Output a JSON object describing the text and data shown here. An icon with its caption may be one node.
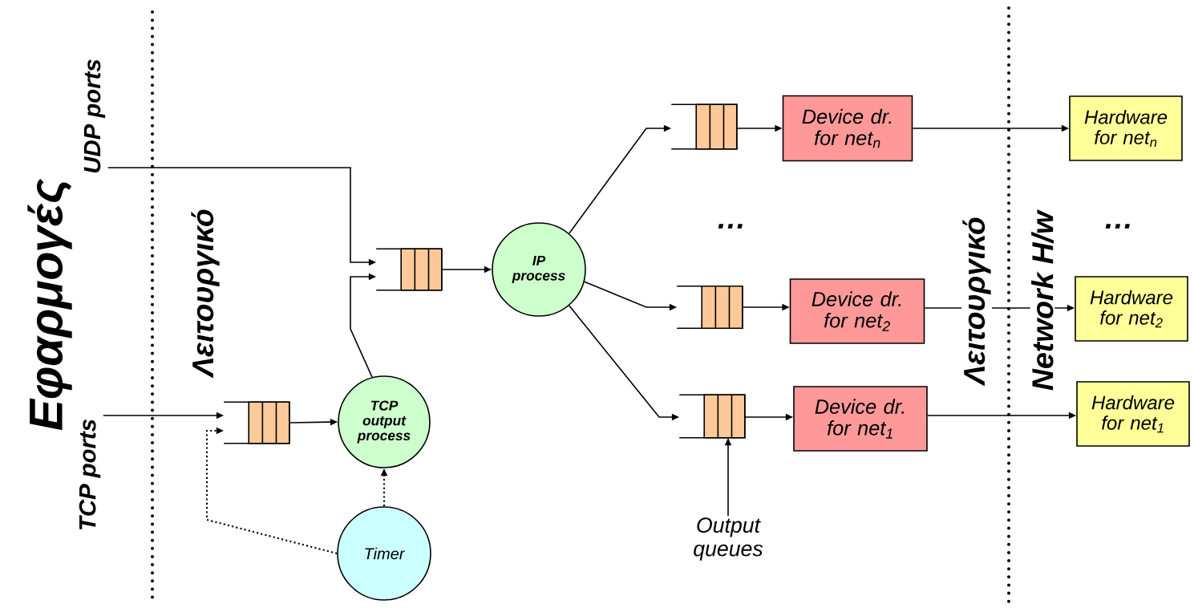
{
  "diagram": {
    "nodes": [
      {
        "text": [
          "UDP ports"
        ]
      },
      {
        "text": [
          "TCP ports"
        ]
      },
      {
        "text": [],
        "shape": "queue"
      },
      {
        "text": [
          "TCP output process"
        ]
      },
      {
        "text": [
          "Timer"
        ]
      },
      {
        "text": [],
        "shape": "queue"
      },
      {
        "text": [
          "IP process"
        ]
      },
      {
        "text": [],
        "shape": "queue"
      },
      {
        "text": [
          "Device dr. for net$_{n}$"
        ]
      },
      {
        "text": [],
        "shape": "queue"
      },
      {
        "text": [
          "Device dr. for net$_{2}$"
        ]
      },
      {
        "text": [],
        "shape": "queue"
      },
      {
        "text": [
          "Device dr. for net$_{1}$"
        ]
      },
      {
        "text": [
          "Hardware for net$_{n}$"
        ]
      },
      {
        "text": [
          "Hardware for net$_{2}$"
        ]
      },
      {
        "text": [
          "Hardware for net$_{1}$"
        ]
      },
      {
        "text": [
          "Output queues"
        ]
      }
    ],
    "edges": [
      {
        "from": 0,
        "to": 5,
        "arrow": "to"
      },
      {
        "from": 1,
        "to": 2,
        "arrow": "to"
      },
      {
        "from": 4,
        "to": 2,
        "arrow": "to",
        "style": "dashed"
      },
      {
        "from": 4,
        "to": 3,
        "arrow": "to",
        "style": "dashed"
      },
      {
        "from": 2,
        "to": 3,
        "arrow": "to"
      },
      {
        "from": 3,
        "to": 5,
        "arrow": "to"
      },
      {
        "from": 5,
        "to": 6,
        "arrow": "to"
      },
      {
        "from": 6,
        "to": 7,
        "arrow": "to"
      },
      {
        "from": 6,
        "to": 9,
        "arrow": "to"
      },
      {
        "from": 6,
        "to": 11,
        "arrow": "to"
      },
      {
        "from": 7,
        "to": 8,
        "arrow": "to"
      },
      {
        "from": 9,
        "to": 10,
        "arrow": "to"
      },
      {
        "from": 11,
        "to": 12,
        "arrow": "to"
      },
      {
        "from": 8,
        "to": 13,
        "arrow": "to"
      },
      {
        "from": 10,
        "to": 14,
        "arrow": "to"
      },
      {
        "from": 12,
        "to": 15,
        "arrow": "to"
      },
      {
        "from": 16,
        "to": 11,
        "arrow": "to"
      }
    ],
    "labels": [
      "Εφαρμογές",
      "Λειτουργικό",
      "…",
      "Λειτουργικό",
      "Network H/w",
      "…"
    ]
  }
}
